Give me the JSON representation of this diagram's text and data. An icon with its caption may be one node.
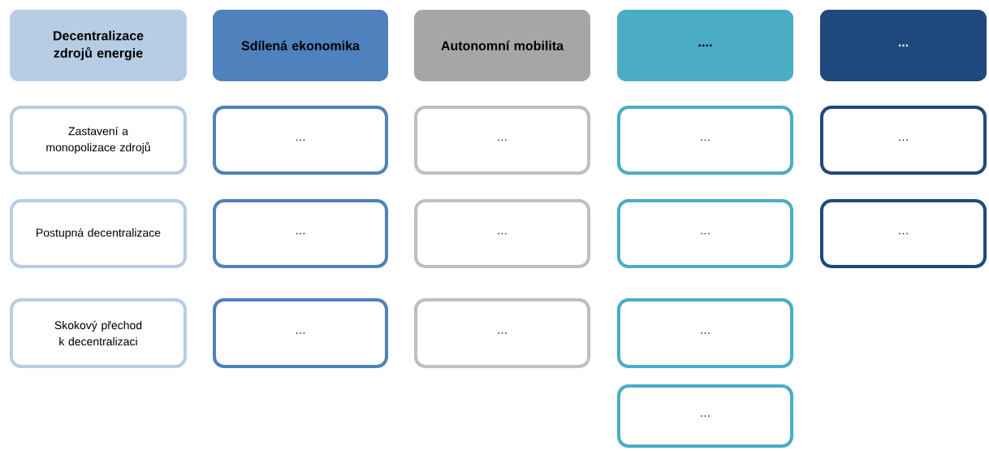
{
  "diagram": {
    "nodes": [
      {
        "text": [
          "Decentralizace zdrojů energie"
        ]
      },
      {
        "text": [
          "Sdílená ekonomika"
        ]
      },
      {
        "text": [
          "Autonomní mobilita"
        ]
      },
      {
        "text": [
          "...."
        ]
      },
      {
        "text": [
          "..."
        ]
      },
      {
        "text": [
          "Zastavení a monopolizace zdrojů"
        ]
      },
      {
        "text": [
          "…"
        ]
      },
      {
        "text": [
          "…"
        ]
      },
      {
        "text": [
          "…"
        ]
      },
      {
        "text": [
          "…"
        ]
      },
      {
        "text": [
          "Postupná decentralizace"
        ]
      },
      {
        "text": [
          "…"
        ]
      },
      {
        "text": [
          "…"
        ]
      },
      {
        "text": [
          "…"
        ]
      },
      {
        "text": [
          "…"
        ]
      },
      {
        "text": [
          "Skokový přechod k decentralizaci"
        ]
      },
      {
        "text": [
          "…"
        ]
      },
      {
        "text": [
          "…"
        ]
      },
      {
        "text": [
          "…"
        ]
      },
      {
        "text": [
          "…"
        ]
      }
    ]
  }
}
